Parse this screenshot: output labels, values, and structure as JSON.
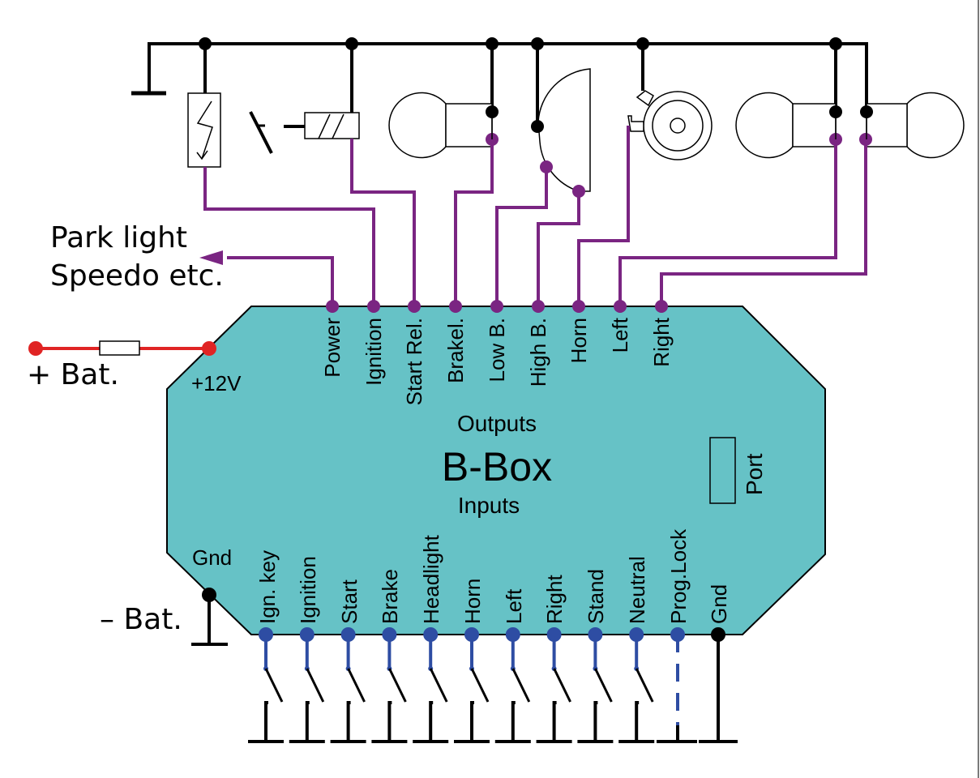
{
  "diagram": {
    "title": "B-Box",
    "outputs_label": "Outputs",
    "inputs_label": "Inputs",
    "port_label": "Port",
    "supply_label": "+12V",
    "gnd_label": "Gnd",
    "plus_bat_label": "+ Bat.",
    "minus_bat_label": "– Bat.",
    "park_light_label_line1": "Park light",
    "park_light_label_line2": "Speedo etc.",
    "outputs": [
      "Power",
      "Ignition",
      "Start Rel.",
      "Brakel.",
      "Low B.",
      "High B.",
      "Horn",
      "Left",
      "Right"
    ],
    "inputs": [
      "Ign. key",
      "Ignition",
      "Start",
      "Brake",
      "Headlight",
      "Horn",
      "Left",
      "Right",
      "Stand",
      "Neutral",
      "Prog.Lock",
      "Gnd"
    ],
    "components": [
      "ignition-coil",
      "kill-switch",
      "starter-relay",
      "brake-lamp",
      "headlight",
      "horn",
      "left-indicator",
      "right-indicator"
    ],
    "colors": {
      "box_fill": "#66c2c6",
      "output_wire": "#7a2582",
      "input_wire": "#2e4da3",
      "battery_wire": "#e02424",
      "ground_wire": "#000000"
    }
  }
}
